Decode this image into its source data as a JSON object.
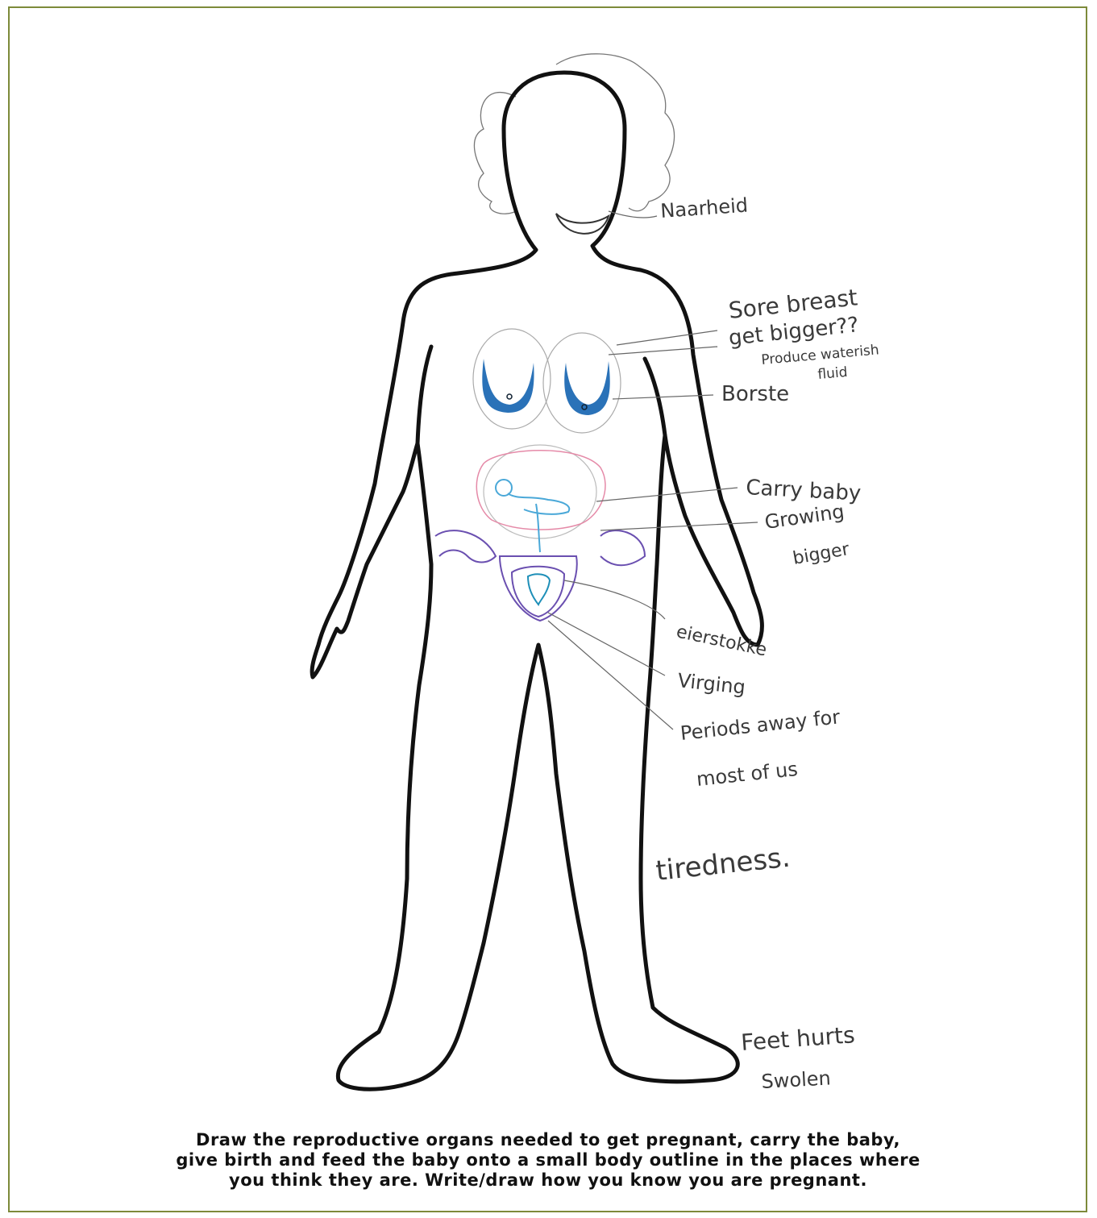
{
  "annotations": {
    "naarheid": "Naarheid",
    "sore_breast": "Sore breast",
    "get_bigger": "get bigger??",
    "produce_line1": "Produce waterish",
    "produce_line2": "fluid",
    "borste": "Borste",
    "carry_baby": "Carry baby",
    "growing": "Growing",
    "bigger": "bigger",
    "eierstokke": "eierstokke",
    "virging": "Virging",
    "periods_line1": "Periods away for",
    "periods_line2": "most of us",
    "tiredness": "tiredness.",
    "feet_line1": "Feet hurts",
    "feet_line2": "Swolen"
  },
  "caption": {
    "line1": "Draw the reproductive organs needed to get pregnant, carry the baby,",
    "line2": "give birth and feed the baby onto a small body outline in the places where",
    "line3": "you think they are. Write/draw how you know you are pregnant."
  },
  "colors": {
    "frame": "#7d8a3a",
    "outline": "#111111",
    "breast_fill": "#2a72b8",
    "womb": "#e58aa8",
    "baby": "#4aa8d8",
    "pelvis": "#6a4fb0"
  }
}
